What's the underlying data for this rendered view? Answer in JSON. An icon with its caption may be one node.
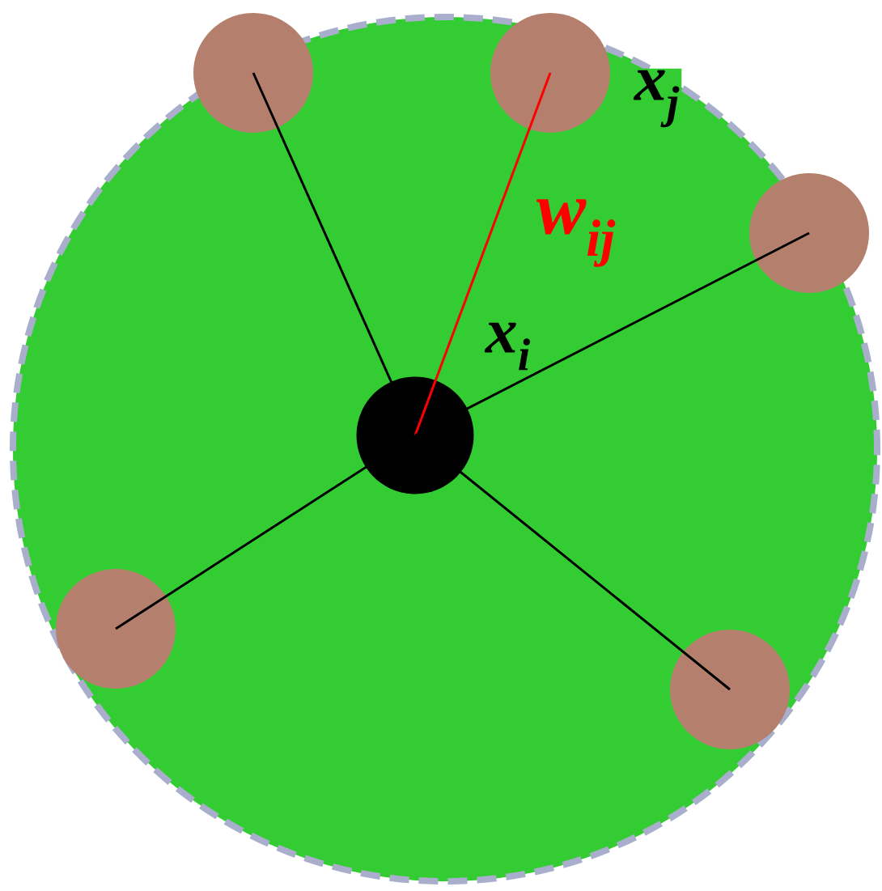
{
  "diagram": {
    "nodes": [
      {
        "text": [],
        "shape": "circle"
      },
      {
        "text": [],
        "shape": "circle",
        "in": 0,
        "beside": [
          "x$_{i}$"
        ]
      },
      {
        "text": [],
        "shape": "circle",
        "in": 0
      },
      {
        "text": [],
        "shape": "circle",
        "in": 0
      },
      {
        "text": [],
        "shape": "circle",
        "in": 0,
        "beside": [
          "x$_{j}$"
        ]
      },
      {
        "text": [],
        "shape": "circle",
        "in": 0
      },
      {
        "text": [],
        "shape": "circle",
        "in": 0
      }
    ],
    "edges": [
      {
        "from": 1,
        "to": 2,
        "arrow": "none"
      },
      {
        "from": 1,
        "to": 3,
        "arrow": "none"
      },
      {
        "from": 1,
        "to": 4,
        "arrow": "none",
        "color": "#ff0000",
        "label": "w$_{ij}$"
      },
      {
        "from": 1,
        "to": 5,
        "arrow": "none"
      },
      {
        "from": 1,
        "to": 6,
        "arrow": "none"
      }
    ]
  }
}
